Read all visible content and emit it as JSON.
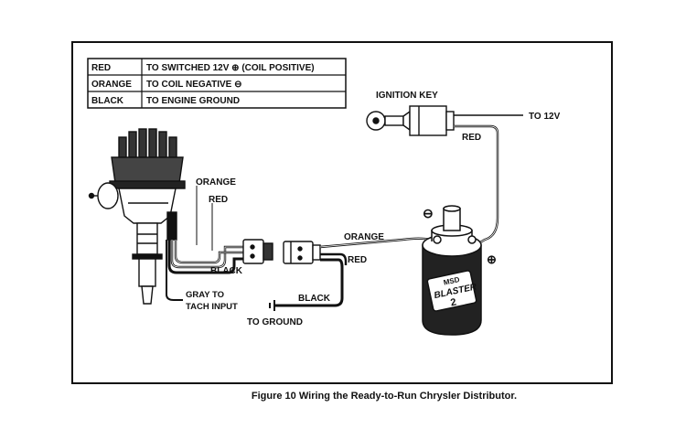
{
  "legend": {
    "rows": [
      {
        "color": "RED",
        "desc": "TO SWITCHED 12V ⊕ (COIL POSITIVE)"
      },
      {
        "color": "ORANGE",
        "desc": "TO COIL NEGATIVE ⊖"
      },
      {
        "color": "BLACK",
        "desc": "TO ENGINE GROUND"
      }
    ]
  },
  "labels": {
    "ignition_key": "IGNITION KEY",
    "to_12v": "TO 12V",
    "red_key": "RED",
    "orange_dist": "ORANGE",
    "red_dist": "RED",
    "black_dist": "BLACK",
    "gray_to_1": "GRAY TO",
    "gray_to_2": "TACH INPUT",
    "orange_coil": "ORANGE",
    "red_coil": "RED",
    "black_ground": "BLACK",
    "to_ground": "TO GROUND",
    "minus": "⊖",
    "plus": "⊕"
  },
  "coil": {
    "brand": "MSD",
    "model": "BLASTER",
    "number": "2"
  },
  "caption": "Figure 10  Wiring the Ready-to-Run Chrysler Distributor."
}
